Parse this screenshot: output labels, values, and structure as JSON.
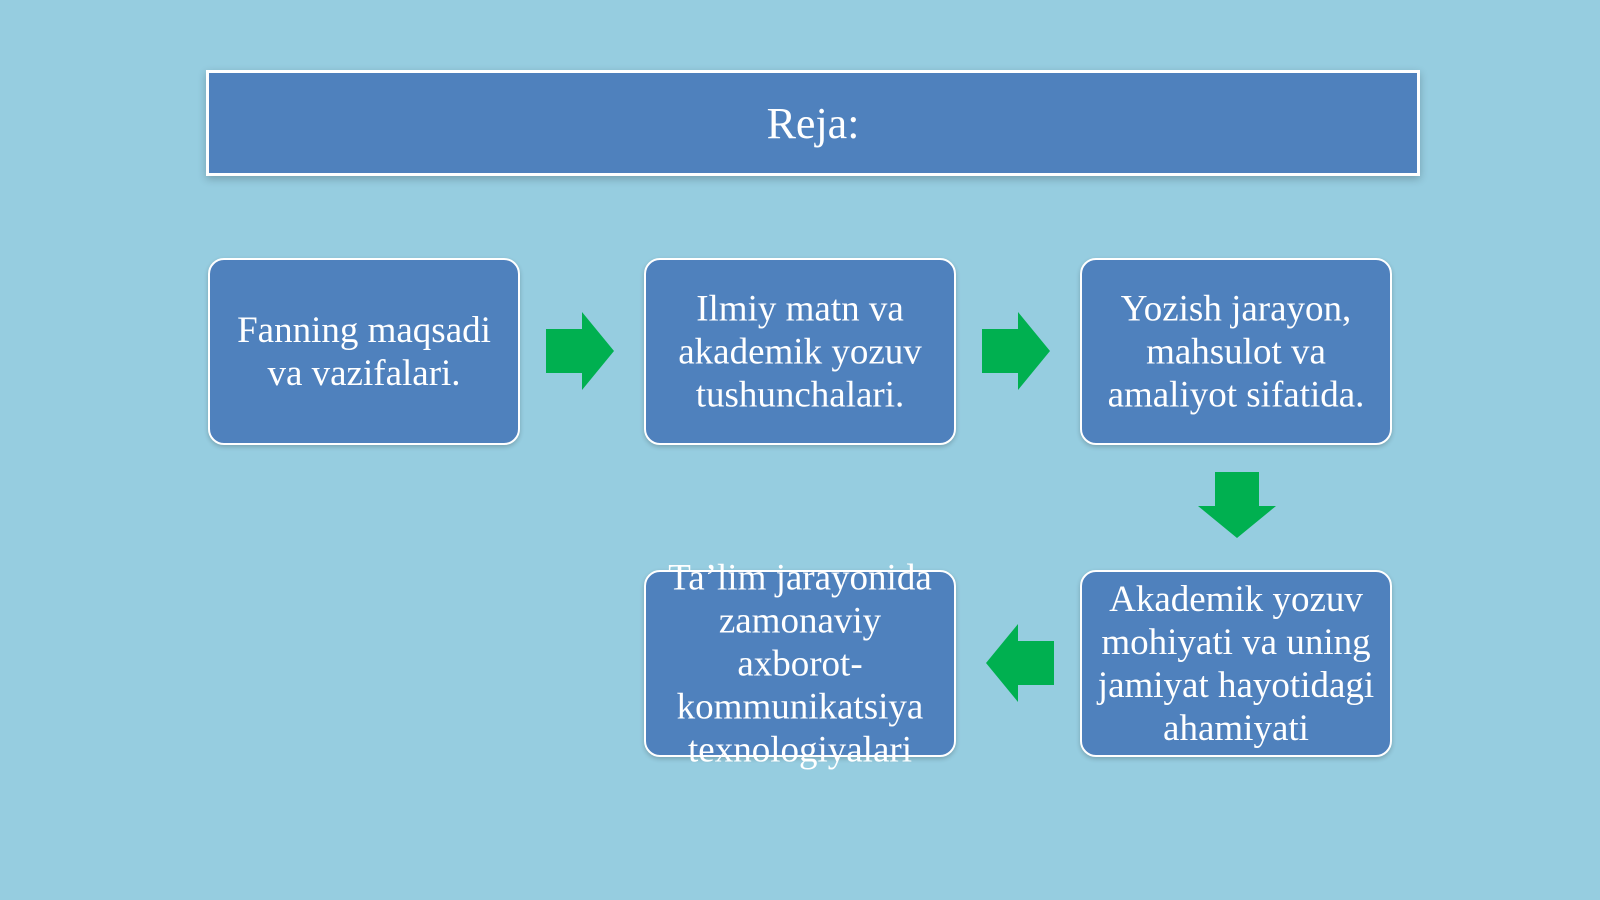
{
  "slide": {
    "background_color": "#96cde0",
    "title": "Reja:"
  },
  "colors": {
    "box_fill": "#4f81bd",
    "box_border": "#ffffff",
    "arrow": "#00b050",
    "text": "#ffffff"
  },
  "steps": [
    {
      "label": "Fanning maqsadi va vazifalari."
    },
    {
      "label": "Ilmiy matn va akademik yozuv tushunchalari."
    },
    {
      "label": "Yozish jarayon, mahsulot va amaliyot sifatida."
    },
    {
      "label": "Akademik yozuv mohiyati va uning jamiyat hayotidagi ahamiyati"
    },
    {
      "label": "Ta’lim jarayonida zamonaviy axborot-kommunikatsiya texnologiyalari"
    }
  ],
  "arrows": [
    {
      "direction": "right",
      "from": 1,
      "to": 2,
      "icon": "arrow-right-icon"
    },
    {
      "direction": "right",
      "from": 2,
      "to": 3,
      "icon": "arrow-right-icon"
    },
    {
      "direction": "down",
      "from": 3,
      "to": 4,
      "icon": "arrow-down-icon"
    },
    {
      "direction": "left",
      "from": 4,
      "to": 5,
      "icon": "arrow-left-icon"
    }
  ]
}
